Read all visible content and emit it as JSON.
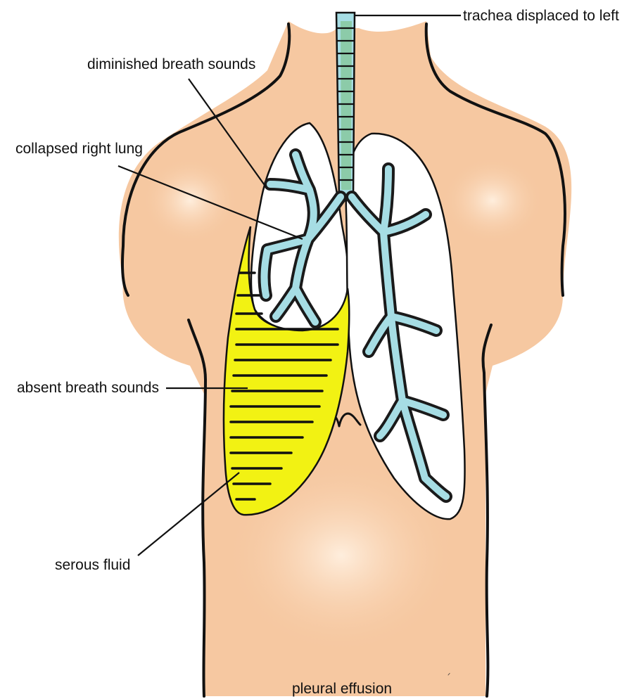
{
  "diagram": {
    "caption": "pleural effusion",
    "credit_mark": "ᐟ",
    "labels": {
      "trachea": "trachea displaced to left",
      "diminished": "diminished breath sounds",
      "collapsed": "collapsed right lung",
      "absent": "absent breath sounds",
      "fluid": "serous fluid"
    },
    "colors": {
      "skin": "#f6c8a1",
      "skin_highlight": "#fde4cd",
      "fluid": "#f2f213",
      "airway": "#a6dde4",
      "trachea_rings": "#86c79a",
      "outline": "#111111"
    }
  }
}
